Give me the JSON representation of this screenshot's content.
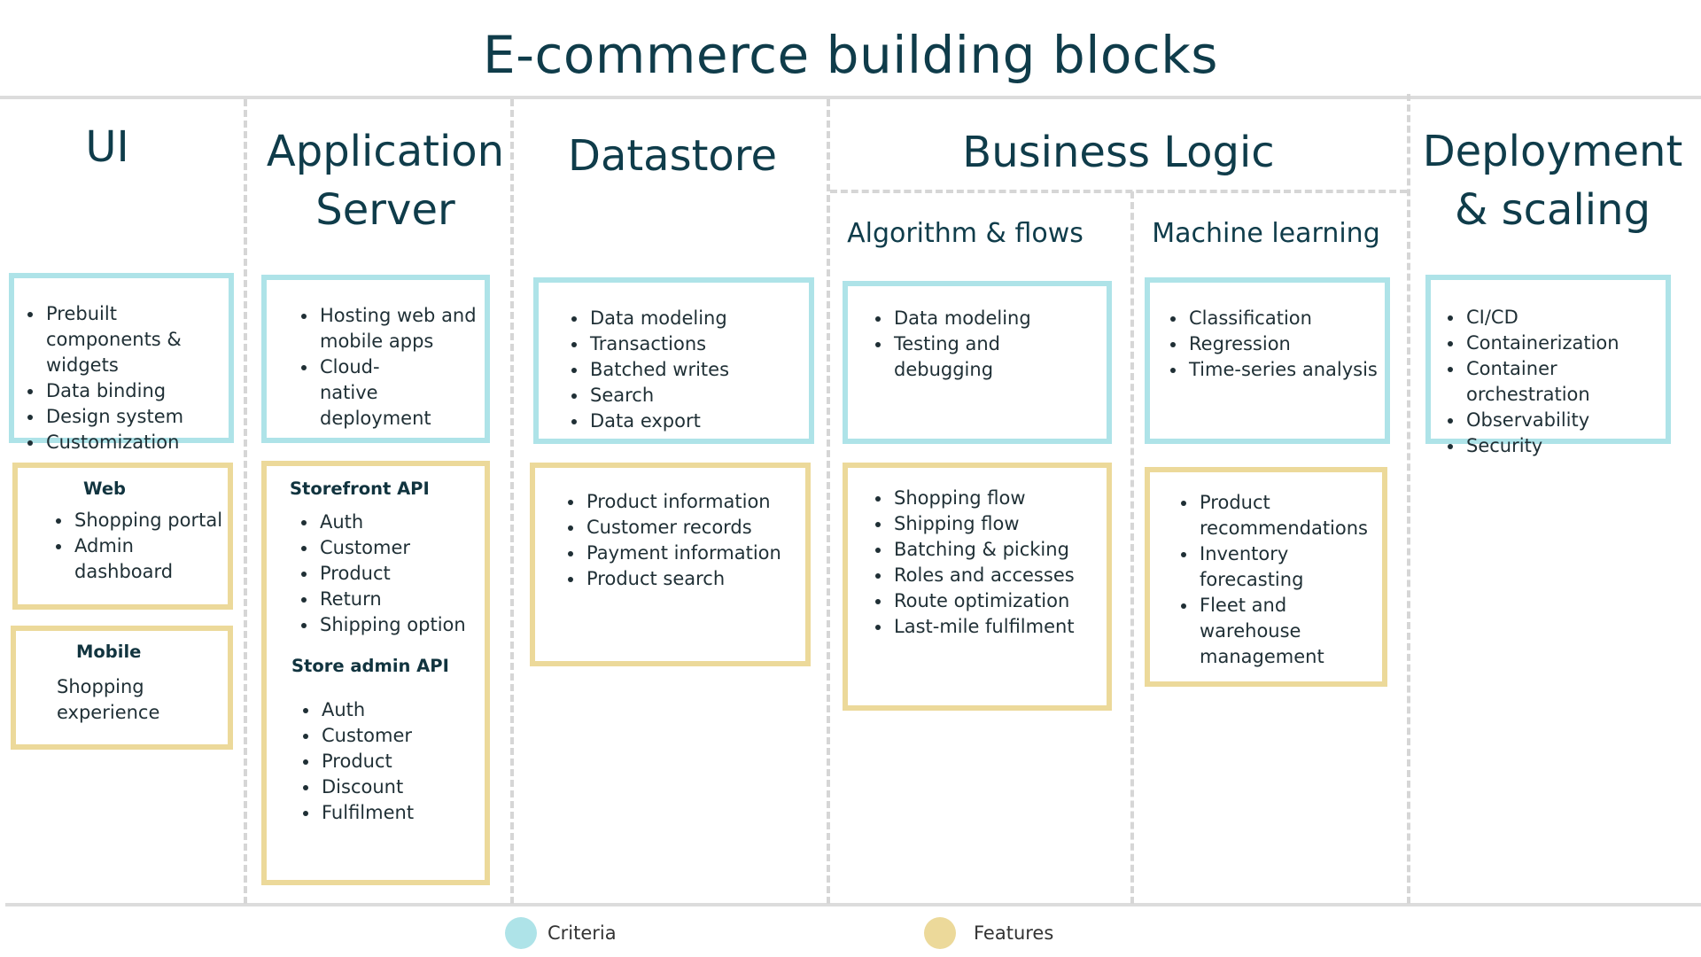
{
  "title": "E-commerce building blocks",
  "columns": {
    "ui": "UI",
    "app_server_1": "Application",
    "app_server_2": "Server",
    "datastore": "Datastore",
    "business_logic": "Business Logic",
    "algo": "Algorithm & flows",
    "ml": "Machine learning",
    "deploy_1": "Deployment",
    "deploy_2": "& scaling"
  },
  "ui": {
    "criteria": [
      "Prebuilt components & widgets",
      "Data binding",
      "Design system",
      "Customization"
    ],
    "web_title": "Web",
    "web_items": [
      "Shopping portal",
      "Admin dashboard"
    ],
    "mobile_title": "Mobile",
    "mobile_text": "Shopping experience"
  },
  "app_server": {
    "criteria": [
      "Hosting web and mobile apps",
      "Cloud-native deployment"
    ],
    "storefront_title": "Storefront API",
    "storefront_items": [
      "Auth",
      "Customer",
      "Product",
      "Return",
      "Shipping option"
    ],
    "admin_title": "Store admin API",
    "admin_items": [
      "Auth",
      "Customer",
      "Product",
      "Discount",
      "Fulfilment"
    ]
  },
  "datastore": {
    "criteria": [
      "Data modeling",
      "Transactions",
      "Batched writes",
      "Search",
      "Data export"
    ],
    "features": [
      "Product information",
      "Customer records",
      "Payment information",
      "Product search"
    ]
  },
  "algo": {
    "criteria": [
      "Data modeling",
      "Testing and debugging"
    ],
    "features": [
      "Shopping flow",
      "Shipping flow",
      "Batching & picking",
      "Roles and accesses",
      "Route optimization",
      "Last-mile fulfilment"
    ]
  },
  "ml": {
    "criteria": [
      "Classification",
      "Regression",
      "Time-series analysis"
    ],
    "features": [
      "Product recommendations",
      "Inventory forecasting",
      "Fleet and warehouse management"
    ]
  },
  "deploy": {
    "criteria": [
      "CI/CD",
      "Containerization",
      "Container orchestration",
      "Observability",
      "Security"
    ]
  },
  "legend": {
    "criteria_label": "Criteria",
    "features_label": "Features",
    "criteria_color": "#aee3e8",
    "features_color": "#ecd99a"
  }
}
